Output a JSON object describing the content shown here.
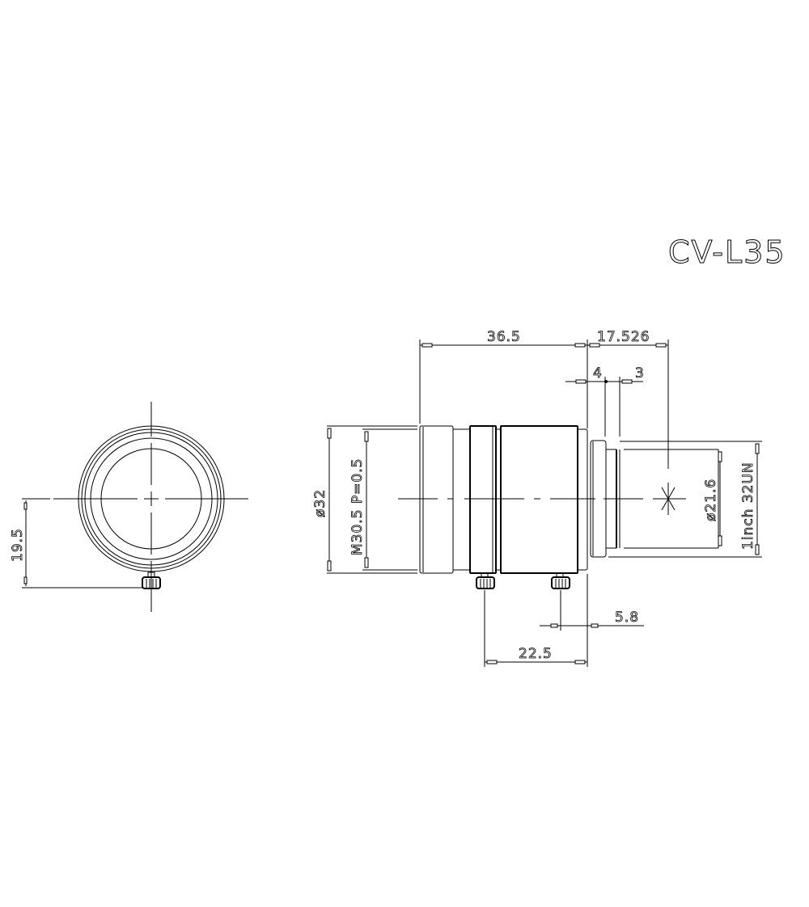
{
  "drawing": {
    "title": "CV-L35",
    "views": [
      "front-view",
      "side-view"
    ]
  },
  "dimensions": {
    "overall_length": "36.5",
    "flange_back": "17.526",
    "thread_depth_a": "4",
    "thread_depth_b": "3",
    "outer_diameter": "ø32",
    "filter_thread": "M30.5  P=0.5",
    "mount_inner_diameter": "ø21.6",
    "mount_thread": "1inch  32UN",
    "screw_offset": "5.8",
    "screw_spacing": "22.5",
    "screw_height": "19.5"
  }
}
